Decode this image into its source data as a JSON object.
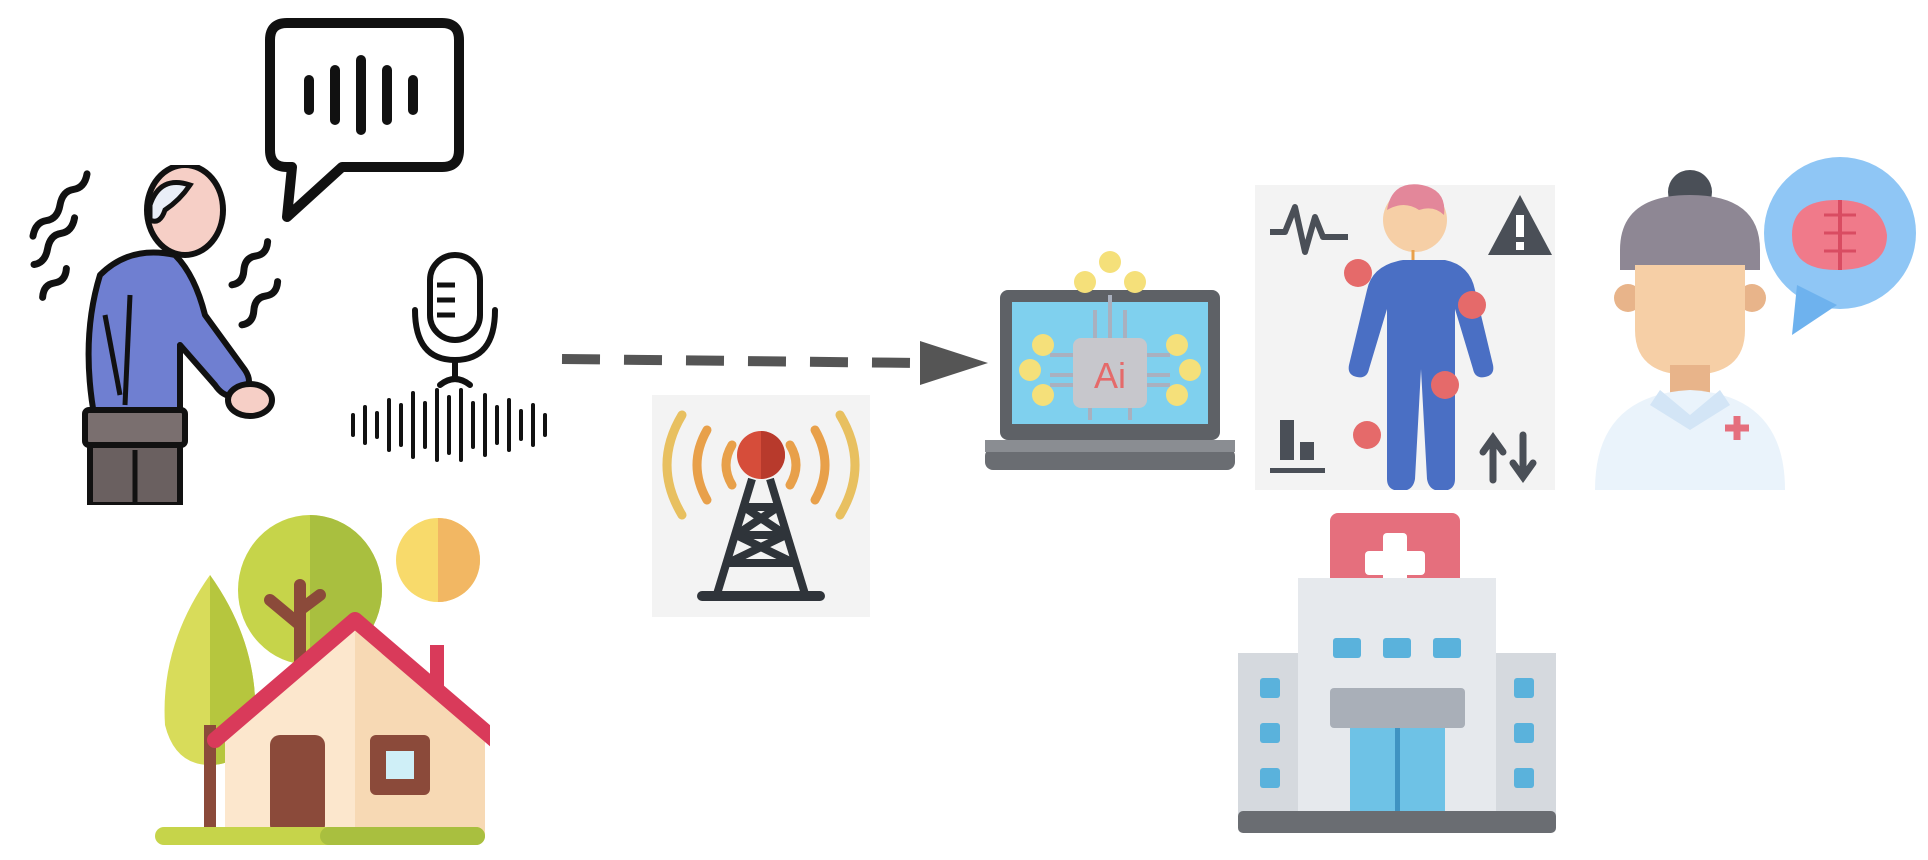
{
  "diagram": {
    "nodes": [
      {
        "id": "elderly-patient",
        "icon": "elderly-person-tremor-icon"
      },
      {
        "id": "speech-bubble",
        "icon": "speech-waveform-bubble-icon"
      },
      {
        "id": "microphone",
        "icon": "microphone-icon"
      },
      {
        "id": "audio-waveform",
        "icon": "sound-wave-icon"
      },
      {
        "id": "home",
        "icon": "house-with-trees-icon"
      },
      {
        "id": "transmission",
        "icon": "radio-tower-icon"
      },
      {
        "id": "ai-laptop",
        "icon": "ai-laptop-icon",
        "label": "Ai"
      },
      {
        "id": "body-analysis",
        "icon": "neuro-body-analysis-icon"
      },
      {
        "id": "doctor",
        "icon": "doctor-icon"
      },
      {
        "id": "brain-bubble",
        "icon": "brain-speech-bubble-icon"
      },
      {
        "id": "hospital",
        "icon": "hospital-icon"
      }
    ],
    "edges": [
      {
        "from": "audio-waveform",
        "to": "ai-laptop",
        "style": "dashed-arrow"
      }
    ]
  },
  "colors": {
    "ink": "#111111",
    "arrow": "#555555",
    "shirt_blue": "#6f7fd1",
    "body_blue": "#4a6fc4",
    "tower_orange": "#e8a04a",
    "tower_red": "#d64d3a",
    "laptop_screen": "#7fd0ee",
    "laptop_gray": "#5e6166",
    "chip_yellow": "#f5e07a",
    "hospital_red": "#e56f7d",
    "window_blue": "#5ab2dc",
    "leaf_green": "#c6d44a",
    "roof_red": "#d93a5a",
    "brain_pink": "#f07a8a",
    "bubble_blue": "#8fc6f5"
  }
}
